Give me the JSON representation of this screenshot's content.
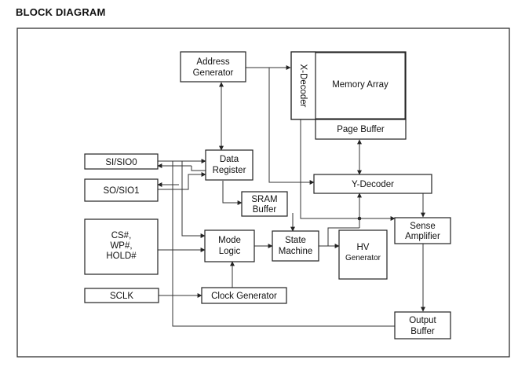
{
  "title": "BLOCK DIAGRAM",
  "blocks": {
    "address_generator": [
      "Address",
      "Generator"
    ],
    "x_decoder": "X-Decoder",
    "memory_array": "Memory Array",
    "page_buffer": "Page Buffer",
    "data_register": [
      "Data",
      "Register"
    ],
    "sram_buffer": [
      "SRAM",
      "Buffer"
    ],
    "y_decoder": "Y-Decoder",
    "sense_amplifier": [
      "Sense",
      "Amplifier"
    ],
    "si_sio0": "SI/SIO0",
    "so_sio1": "SO/SIO1",
    "control_pins": [
      "CS#,",
      "WP#,",
      "HOLD#"
    ],
    "mode_logic": [
      "Mode",
      "Logic"
    ],
    "state_machine": [
      "State",
      "Machine"
    ],
    "hv_generator": [
      "HV",
      "Generator"
    ],
    "sclk": "SCLK",
    "clock_generator": "Clock Generator",
    "output_buffer": [
      "Output",
      "Buffer"
    ]
  }
}
